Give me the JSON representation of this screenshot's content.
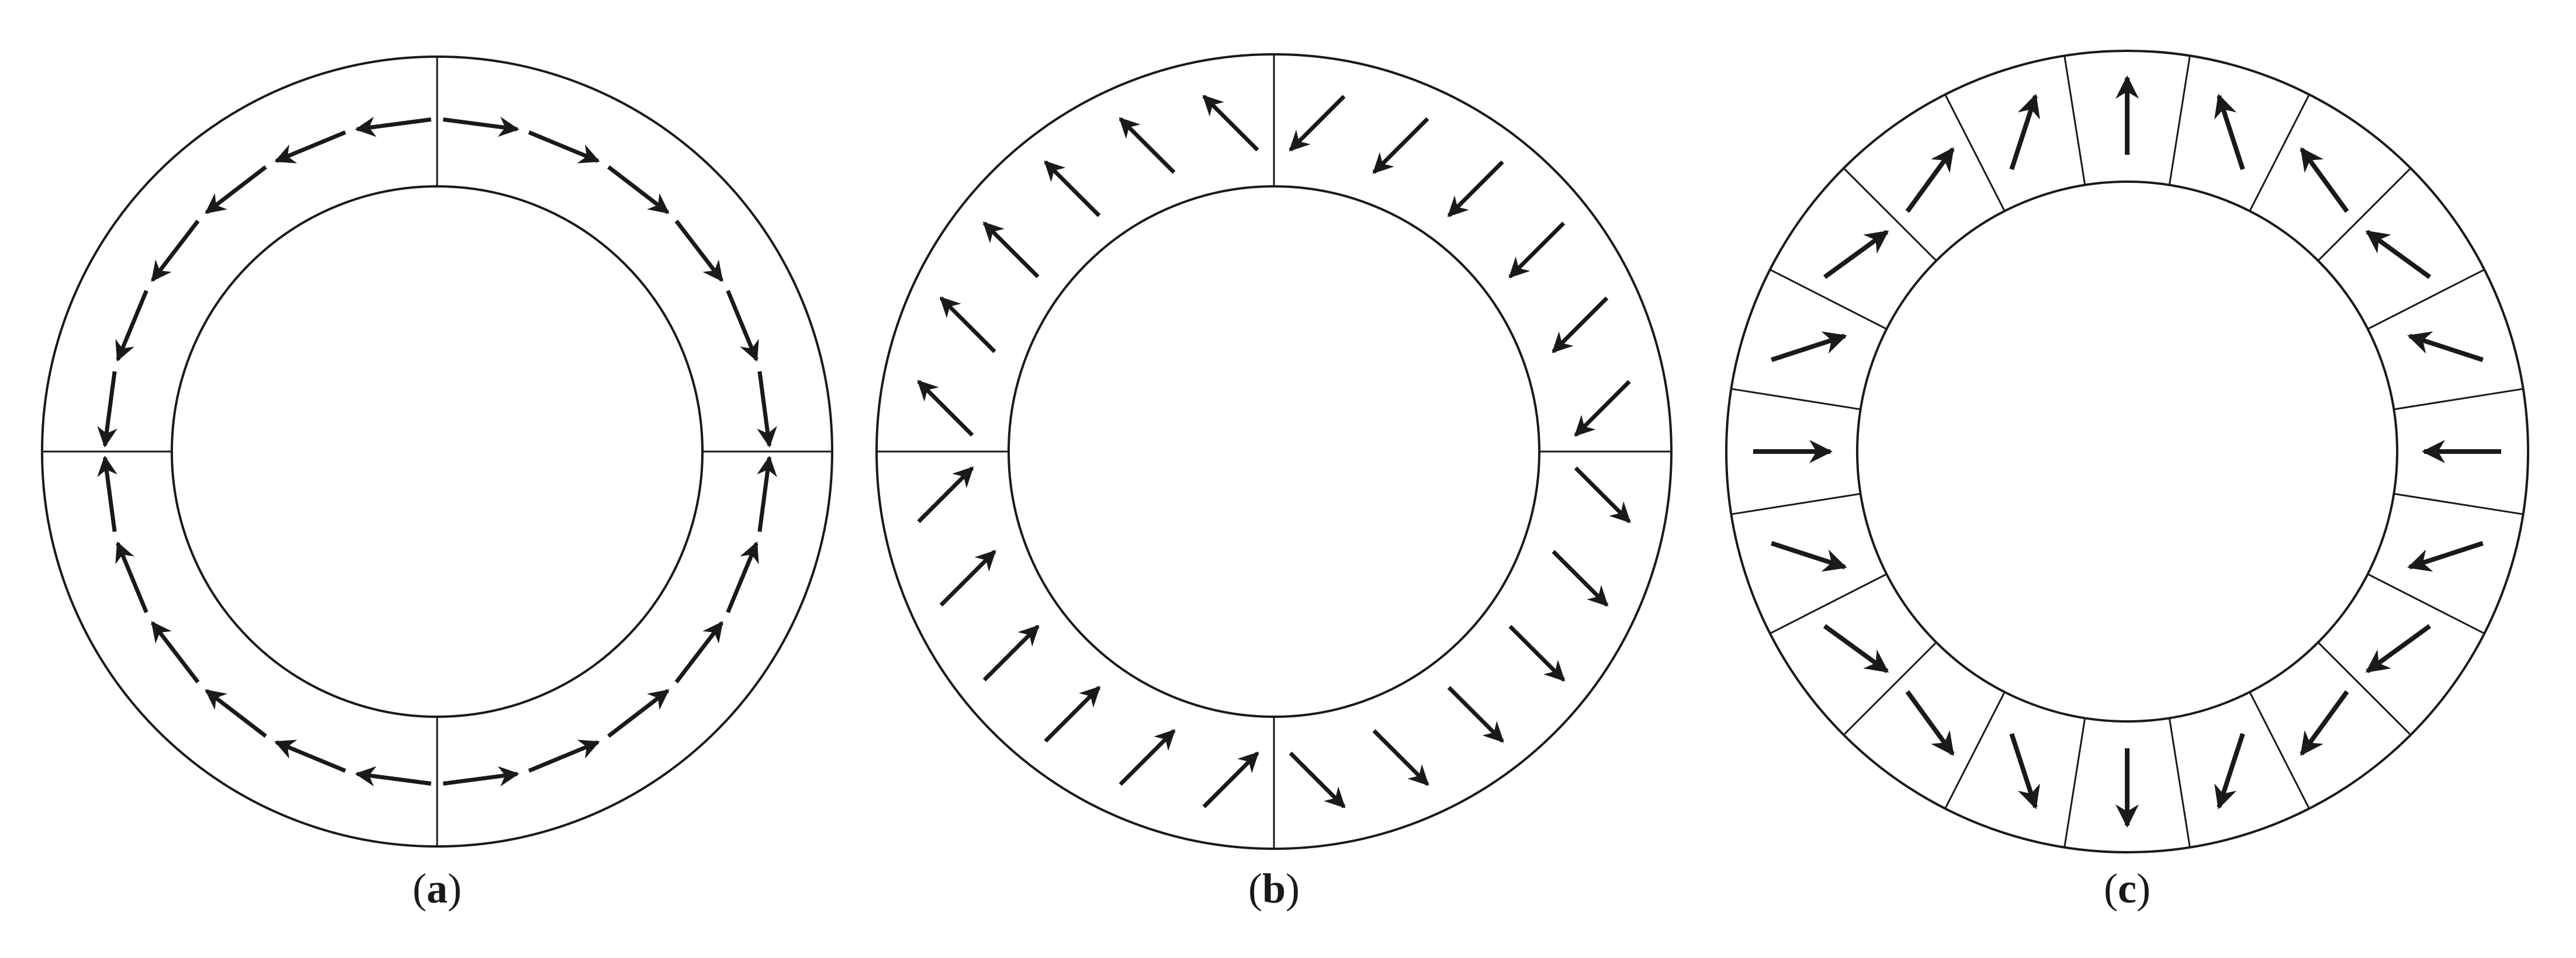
{
  "figure": {
    "panels": [
      {
        "id": "a",
        "label": "a",
        "segments": 4,
        "caption": "(a)",
        "arrow_rule": "tangential-quadrant"
      },
      {
        "id": "b",
        "label": "b",
        "segments": 4,
        "caption": "(b)",
        "arrow_rule": "diagonal-quadrant"
      },
      {
        "id": "c",
        "label": "c",
        "segments": 20,
        "caption": "(c)",
        "arrow_rule": "halbach-inward"
      }
    ],
    "colors": {
      "stroke": "#1a1a1a",
      "background": "#ffffff"
    }
  }
}
